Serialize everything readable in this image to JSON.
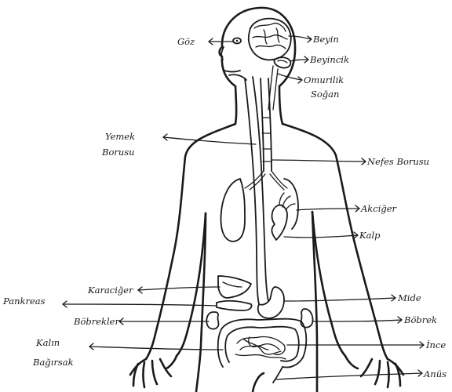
{
  "labels": {
    "goz": "Göz",
    "beyin": "Beyin",
    "beyincik": "Beyincik",
    "omurilik": "Omurilik",
    "sogan": "Soğan",
    "yemek_borusu_1": "Yemek",
    "yemek_borusu_2": "Borusu",
    "nefes_borusu": "Nefes Borusu",
    "akciger": "Akciğer",
    "kalp": "Kalp",
    "karaciger": "Karaciğer",
    "pankreas": "Pankreas",
    "mide": "Mide",
    "bobrekler_left": "Böbrekler",
    "bobrek_right": "Böbrek",
    "ince": "İnce",
    "kalin_1": "Kalın",
    "kalin_2": "Bağırsak",
    "anus": "Anüs"
  }
}
